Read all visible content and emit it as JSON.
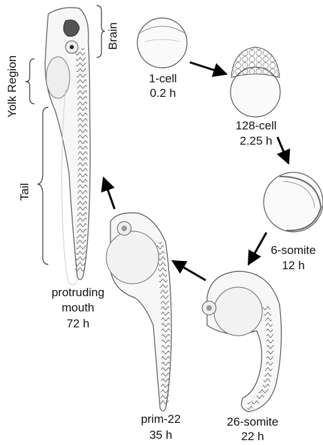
{
  "stages": [
    {
      "name": "1-cell",
      "time": "0.2 h"
    },
    {
      "name": "128-cell",
      "time": "2.25 h"
    },
    {
      "name": "6-somite",
      "time": "12 h"
    },
    {
      "name": "26-somite",
      "time": "22 h"
    },
    {
      "name": "prim-22",
      "time": "35 h"
    },
    {
      "name": "protruding\nmouth",
      "name_line1": "protruding",
      "name_line2": "mouth",
      "time": "72 h"
    }
  ],
  "regions": {
    "brain": "Brain",
    "yolk": "Yolk Region",
    "tail": "Tail"
  }
}
